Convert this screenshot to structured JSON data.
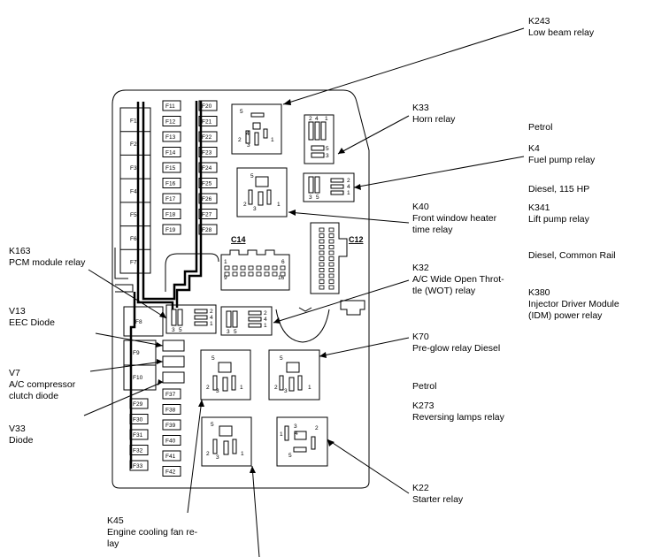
{
  "fuses_left": [
    "F1",
    "F2",
    "F3",
    "F4",
    "F5",
    "F6",
    "F7"
  ],
  "fuses_col2": [
    "F11",
    "F12",
    "F13",
    "F14",
    "F15",
    "F16",
    "F17",
    "F18",
    "F19"
  ],
  "fuses_col3": [
    "F20",
    "F21",
    "F22",
    "F23",
    "F24",
    "F25",
    "F26",
    "F27",
    "F28"
  ],
  "fuses_mid": [
    "F8",
    "F9",
    "F10"
  ],
  "fuses_bottom_left": [
    "F29",
    "F30",
    "F31",
    "F32",
    "F33"
  ],
  "fuses_bottom_right": [
    "F37",
    "F38",
    "F39",
    "F40",
    "F41",
    "F42"
  ],
  "connectors": {
    "c14": "C14",
    "c12": "C12"
  },
  "pins": {
    "p1": "1",
    "p2": "2",
    "p3": "3",
    "p4": "4",
    "p5": "5",
    "p9": "9",
    "p16": "16",
    "p6": "6"
  },
  "labels": {
    "k243": {
      "code": "K243",
      "desc": "Low beam relay"
    },
    "k33": {
      "code": "K33",
      "desc": "Horn relay"
    },
    "petrol1": "Petrol",
    "k4": {
      "code": "K4",
      "desc": "Fuel pump relay"
    },
    "diesel115": "Diesel, 115 HP",
    "k341": {
      "code": "K341",
      "desc": "Lift pump relay"
    },
    "k40": {
      "code": "K40",
      "desc1": "Front window heater",
      "desc2": "time relay"
    },
    "diesel_cr": "Diesel, Common Rail",
    "k163": {
      "code": "K163",
      "desc": "PCM module relay"
    },
    "k32": {
      "code": "K32",
      "desc1": "A/C Wide Open Throt-",
      "desc2": "tle (WOT) relay"
    },
    "k380": {
      "code": "K380",
      "desc1": "Injector Driver Module",
      "desc2": "(IDM) power relay"
    },
    "v13": {
      "code": "V13",
      "desc": "EEC Diode"
    },
    "k70": {
      "code": "K70",
      "desc": "Pre-glow relay Diesel"
    },
    "v7": {
      "code": "V7",
      "desc1": "A/C compressor",
      "desc2": "clutch diode"
    },
    "petrol2": "Petrol",
    "k273": {
      "code": "K273",
      "desc": "Reversing lamps relay"
    },
    "v33": {
      "code": "V33",
      "desc": "Diode"
    },
    "k22": {
      "code": "K22",
      "desc": "Starter relay"
    },
    "k45": {
      "code": "K45",
      "desc1": "Engine cooling fan re-",
      "desc2": "lay"
    }
  }
}
